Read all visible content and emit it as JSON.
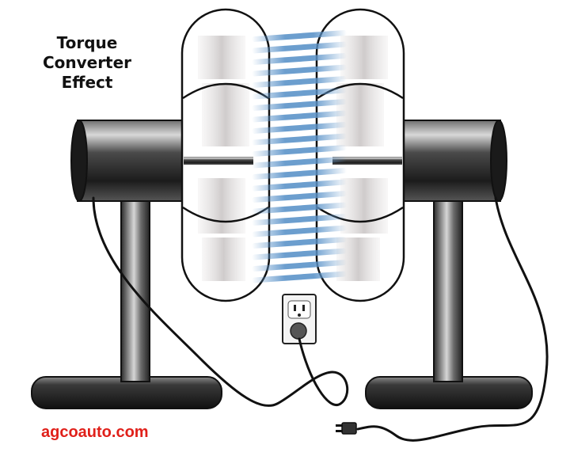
{
  "title": {
    "line1": "Torque",
    "line2": "Converter",
    "line3": "Effect"
  },
  "credit": "agcoauto.com",
  "colors": {
    "credit_red": "#e0201a",
    "air_blue": "#5b93c9",
    "metal_dark": "#222222",
    "blade_gray": "#c8c4c4"
  },
  "icons": [
    "fan-left",
    "fan-right",
    "wall-outlet",
    "electrical-plug",
    "power-cord"
  ]
}
